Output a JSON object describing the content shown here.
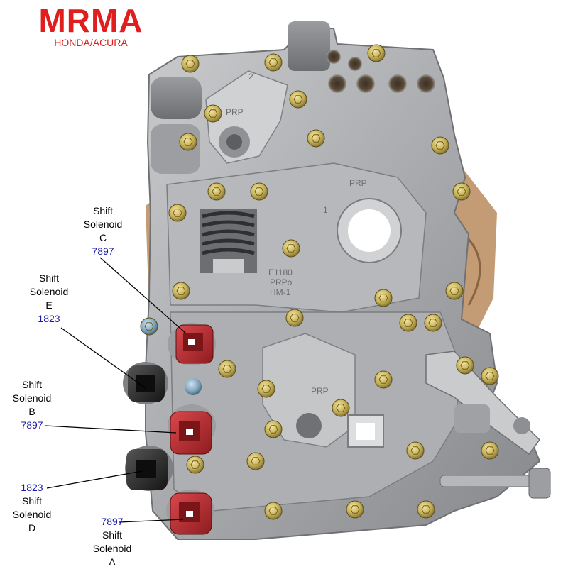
{
  "logo": {
    "title": "MRMA",
    "subtitle": "HONDA/ACURA",
    "color": "#e01e1e"
  },
  "colors": {
    "part_number": "#1a1aa8",
    "red_solenoid": "#b8252a",
    "black_solenoid": "#2a2a2a",
    "body_metal": "#a9abae",
    "gasket": "#b98a5c",
    "leader_line": "#000000"
  },
  "callouts": {
    "c": {
      "lines": [
        "Shift",
        "Solenoid",
        "C"
      ],
      "part": "7897"
    },
    "e": {
      "lines": [
        "Shift",
        "Solenoid",
        "E"
      ],
      "part": "1823"
    },
    "b": {
      "lines": [
        "Shift",
        "Solenoid",
        "B"
      ],
      "part": "7897"
    },
    "d": {
      "lines": [
        "Shift",
        "Solenoid",
        "D"
      ],
      "part": "1823"
    },
    "a": {
      "lines": [
        "Shift",
        "Solenoid",
        "A"
      ],
      "part": "7897"
    }
  },
  "casting_marks": {
    "prp": "PRP",
    "cast_code_1": "E1180",
    "cast_code_2": "PRPo",
    "cast_code_3": "HM-1",
    "digit_1": "2",
    "digit_2": "1"
  }
}
